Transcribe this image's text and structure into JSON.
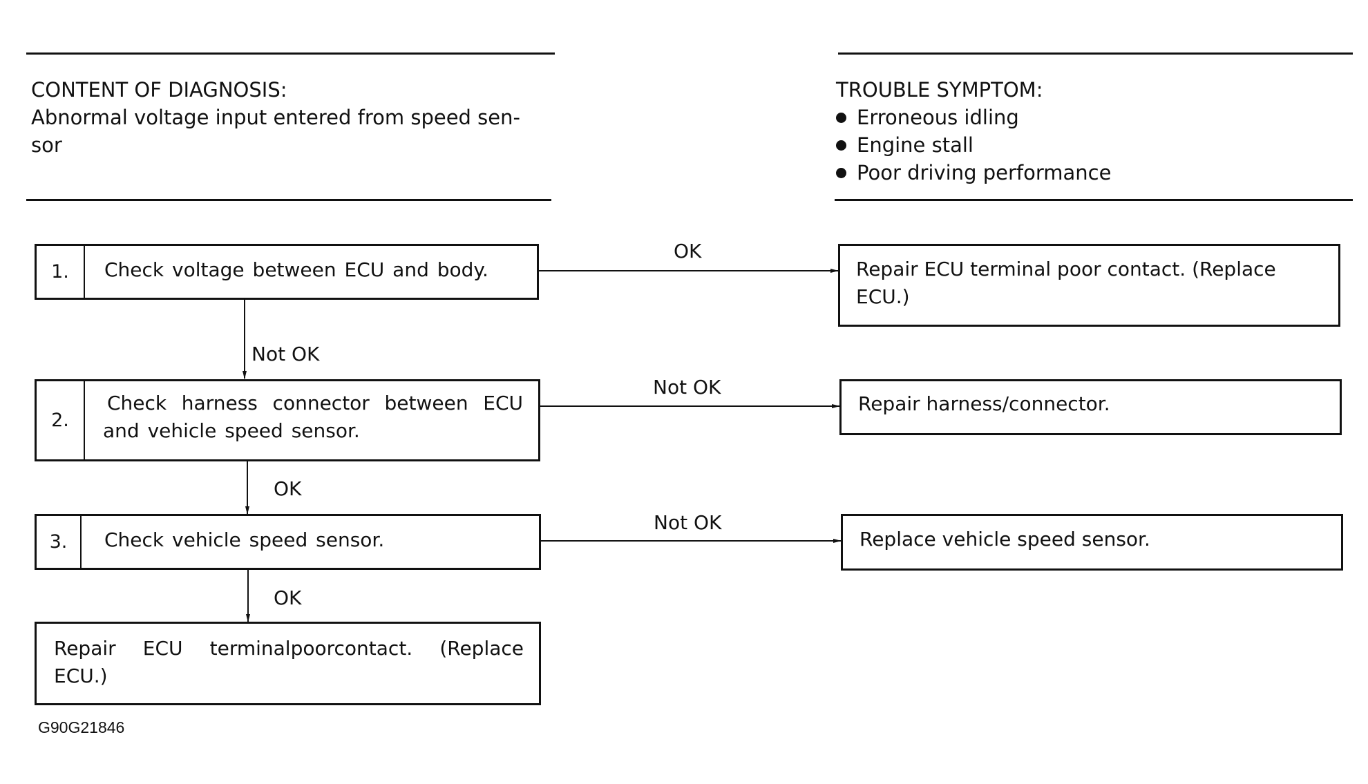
{
  "diagnosis": {
    "heading": "CONTENT OF DIAGNOSIS:",
    "lines": [
      "Abnormal voltage input entered from speed sen-",
      "sor"
    ]
  },
  "symptom": {
    "heading": "TROUBLE SYMPTOM:",
    "items": [
      "Erroneous idling",
      "Engine stall",
      "Poor driving performance"
    ]
  },
  "steps": [
    {
      "number": "1.",
      "lines": [
        "Check voltage between ECU and body."
      ]
    },
    {
      "number": "2.",
      "lines": [
        "Check harness connector between ECU",
        "and vehicle speed sensor."
      ]
    },
    {
      "number": "3.",
      "lines": [
        "Check vehicle speed sensor."
      ]
    }
  ],
  "results": {
    "step1_ok": [
      "Repair ECU terminal poor contact. (Replace",
      "ECU.)"
    ],
    "step2_not_ok": [
      "Repair harness/connector."
    ],
    "step3_not_ok": [
      "Replace vehicle speed sensor."
    ],
    "step3_ok": [
      "Repair ECU terminalpoorcontact. (Replace",
      "ECU.)"
    ]
  },
  "flow_labels": {
    "step1_right": "OK",
    "step1_down": "Not OK",
    "step2_right": "Not OK",
    "step2_down": "OK",
    "step3_right": "Not OK",
    "step3_down": "OK"
  },
  "figure_code": "G90G21846"
}
